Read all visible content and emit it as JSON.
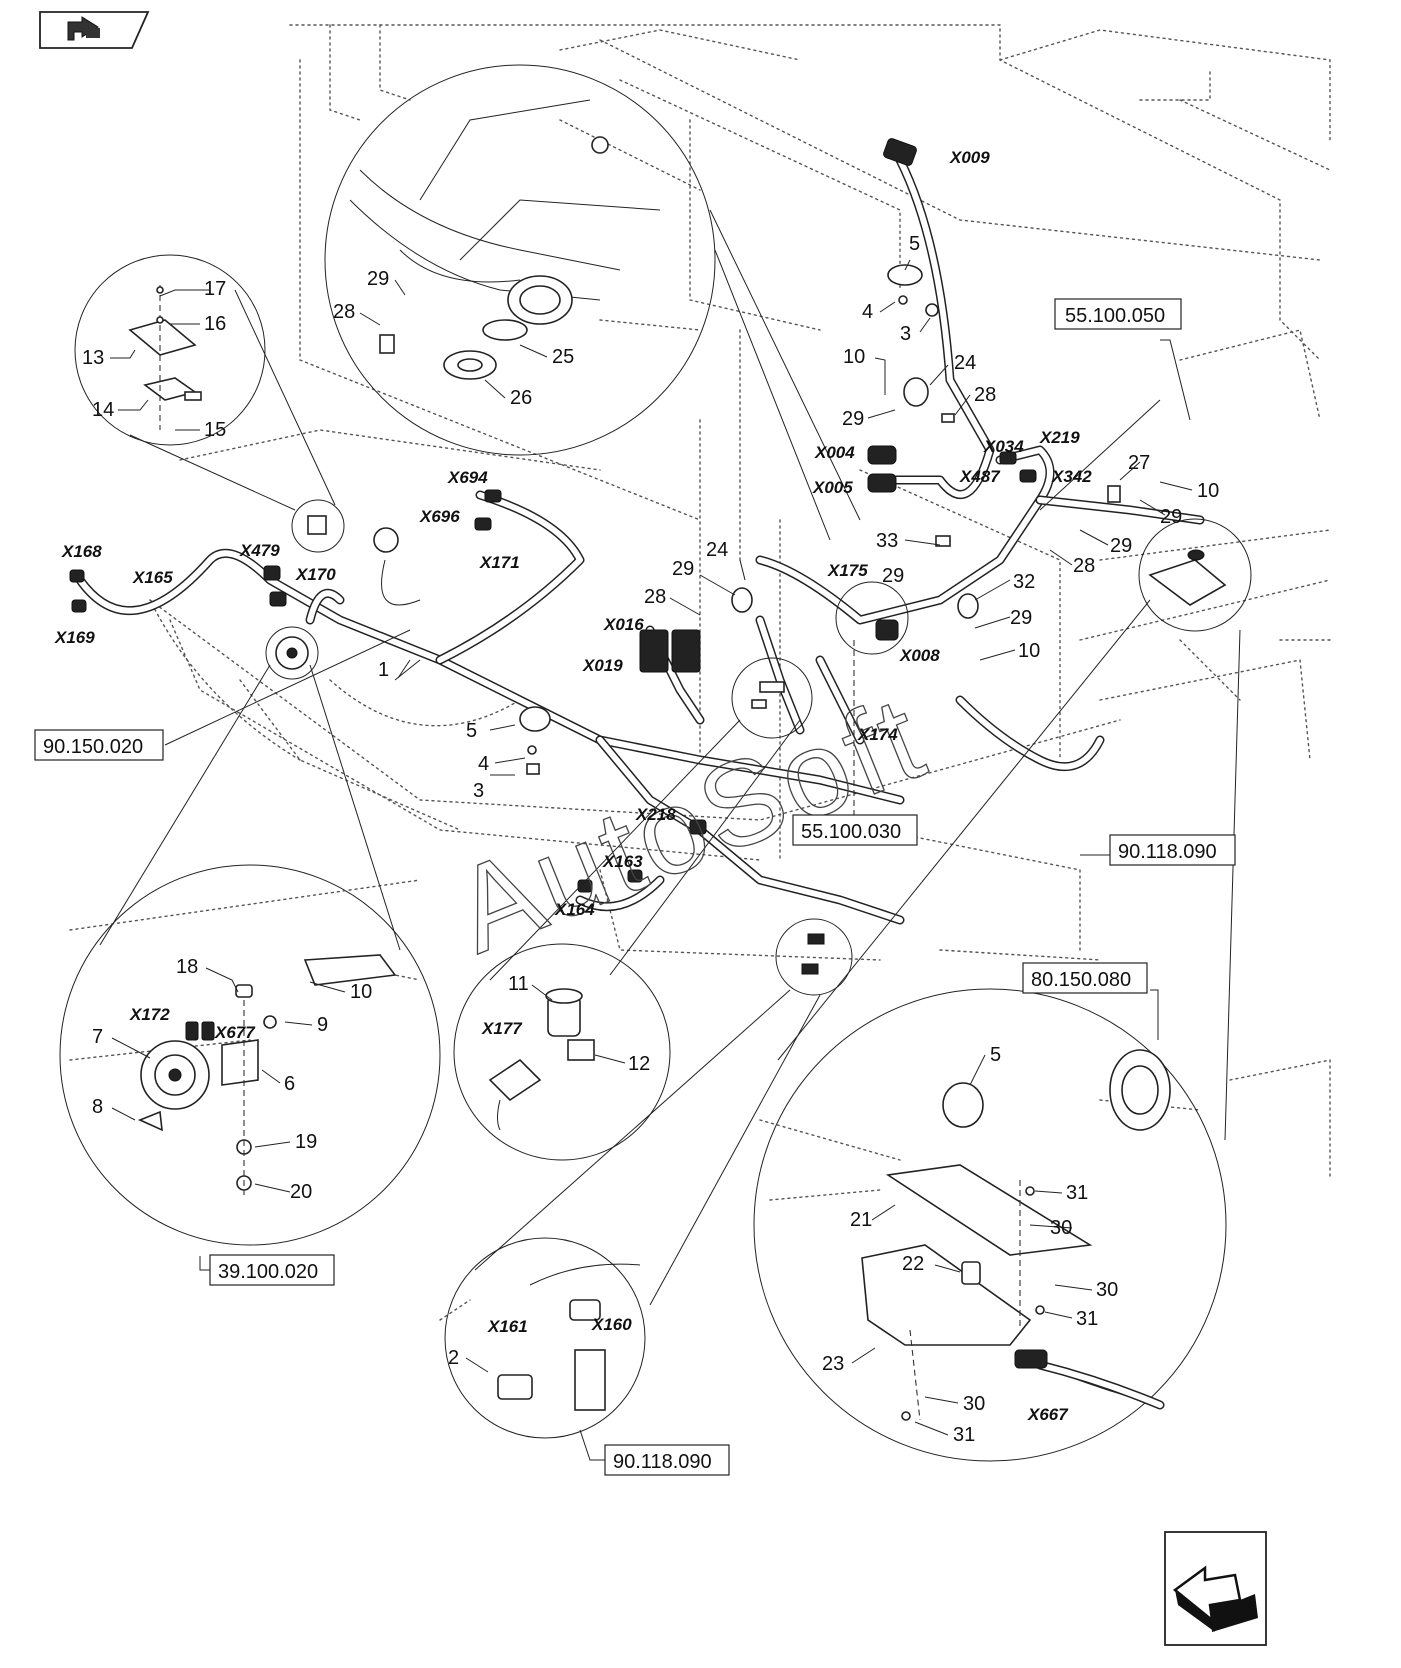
{
  "nav": {
    "prev_icon": "return-arrow-icon",
    "next_icon": "next-page-arrow-icon"
  },
  "watermark": "AutoSoft",
  "references": [
    {
      "id": "r1",
      "text": "55.100.050"
    },
    {
      "id": "r2",
      "text": "90.150.020"
    },
    {
      "id": "r3",
      "text": "55.100.030"
    },
    {
      "id": "r4",
      "text": "90.118.090"
    },
    {
      "id": "r5",
      "text": "80.150.080"
    },
    {
      "id": "r6",
      "text": "39.100.020"
    },
    {
      "id": "r7",
      "text": "90.118.090"
    }
  ],
  "connectors": {
    "c1": "X009",
    "c2": "X004",
    "c3": "X005",
    "c4": "X034",
    "c5": "X219",
    "c6": "X487",
    "c7": "X342",
    "c8": "X694",
    "c9": "X696",
    "c10": "X171",
    "c11": "X168",
    "c12": "X165",
    "c13": "X169",
    "c14": "X479",
    "c15": "X170",
    "c16": "X175",
    "c17": "X016",
    "c18": "X019",
    "c19": "X008",
    "c20": "X174",
    "c21": "X218",
    "c22": "X163",
    "c23": "X164",
    "c24": "X172",
    "c25": "X677",
    "c26": "X177",
    "c27": "X161",
    "c28": "X160",
    "c29": "X667"
  },
  "callouts": {
    "n1": "5",
    "n2": "4",
    "n3": "3",
    "n4": "10",
    "n5": "24",
    "n6": "28",
    "n7": "29",
    "n8": "17",
    "n9": "16",
    "n10": "13",
    "n11": "14",
    "n12": "15",
    "n13": "29",
    "n14": "28",
    "n15": "25",
    "n16": "26",
    "n17": "27",
    "n18": "10",
    "n19": "29",
    "n20": "29",
    "n21": "33",
    "n22": "29",
    "n23": "28",
    "n24": "32",
    "n25": "29",
    "n26": "10",
    "n27": "24",
    "n28": "29",
    "n29": "28",
    "n30": "1",
    "n31": "5",
    "n32": "4",
    "n33": "3",
    "n34": "18",
    "n35": "10",
    "n36": "7",
    "n37": "9",
    "n38": "6",
    "n39": "8",
    "n40": "19",
    "n41": "20",
    "n42": "11",
    "n43": "12",
    "n44": "2",
    "n45": "5",
    "n46": "31",
    "n47": "21",
    "n48": "30",
    "n49": "22",
    "n50": "30",
    "n51": "31",
    "n52": "23",
    "n53": "30",
    "n54": "31"
  }
}
